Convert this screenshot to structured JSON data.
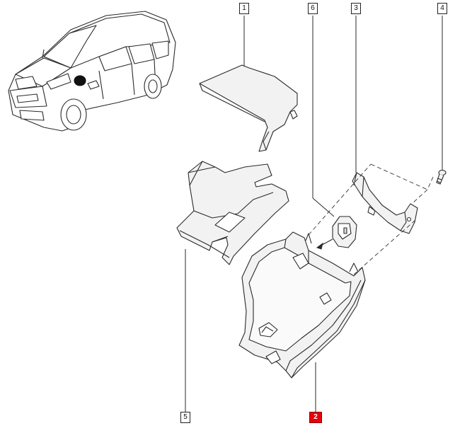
{
  "callouts": [
    {
      "id": "1",
      "label": "1",
      "highlighted": false
    },
    {
      "id": "6",
      "label": "6",
      "highlighted": false
    },
    {
      "id": "3",
      "label": "3",
      "highlighted": false
    },
    {
      "id": "4",
      "label": "4",
      "highlighted": false
    },
    {
      "id": "5",
      "label": "5",
      "highlighted": false
    },
    {
      "id": "2",
      "label": "2",
      "highlighted": true
    }
  ],
  "colors": {
    "line": "#2a2a2a",
    "highlight": "#e8000b",
    "part_fill": "#f2f2f2",
    "background": "#ffffff"
  },
  "parts": [
    {
      "name": "upper-column-shroud",
      "icon": "upper-shroud-part"
    },
    {
      "name": "lower-column-shroud",
      "icon": "lower-shroud-part"
    },
    {
      "name": "lower-trim-cover",
      "icon": "trim-cover-part"
    },
    {
      "name": "clip-bracket",
      "icon": "clip-part"
    },
    {
      "name": "retaining-bracket",
      "icon": "bracket-part"
    },
    {
      "name": "screw",
      "icon": "screw-part"
    }
  ],
  "vehicle": {
    "icon": "sedan-car-icon"
  }
}
